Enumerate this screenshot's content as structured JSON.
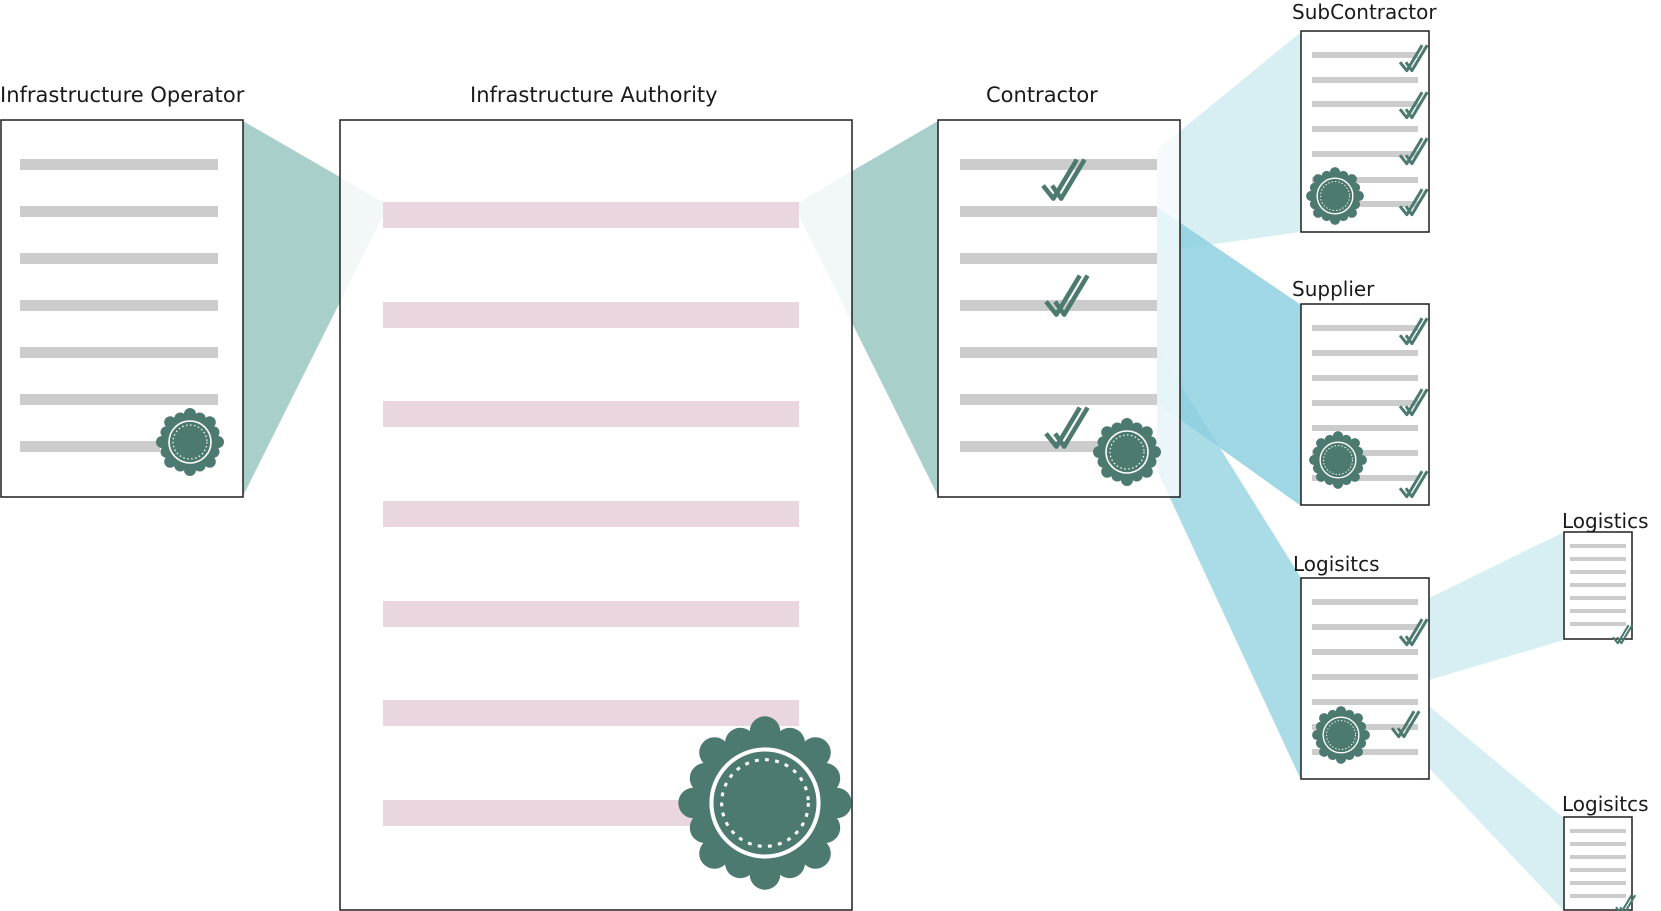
{
  "colors": {
    "teal_dark": "#4d7a70",
    "teal_fan": "#a9cfcb",
    "blue_fan": "#8ed0df",
    "cyan_light": "#d7eff2",
    "line_grey": "#cccccc",
    "pink_line": "#ead6e1"
  },
  "icons": [
    "seal-icon",
    "check-icon"
  ],
  "labels": {
    "operator": "Infrastructure Operator",
    "authority": "Infrastructure Authority",
    "contractor": "Contractor",
    "subcontractor": "SubContractor",
    "supplier": "Supplier",
    "logistics_mid": "Logisitcs",
    "logistics_top": "Logistics",
    "logistics_bottom": "Logisitcs"
  }
}
